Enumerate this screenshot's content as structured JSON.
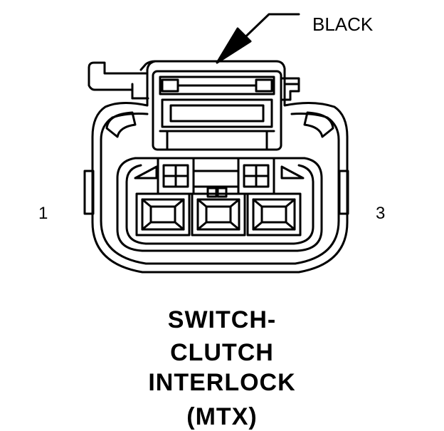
{
  "connector": {
    "color_label": "BLACK",
    "pin_left": "1",
    "pin_right": "3"
  },
  "title": {
    "line1": "SWITCH-",
    "line2": "CLUTCH",
    "line3": "INTERLOCK",
    "line4": "(MTX)"
  },
  "colors": {
    "stroke": "#000000",
    "background": "#ffffff"
  }
}
